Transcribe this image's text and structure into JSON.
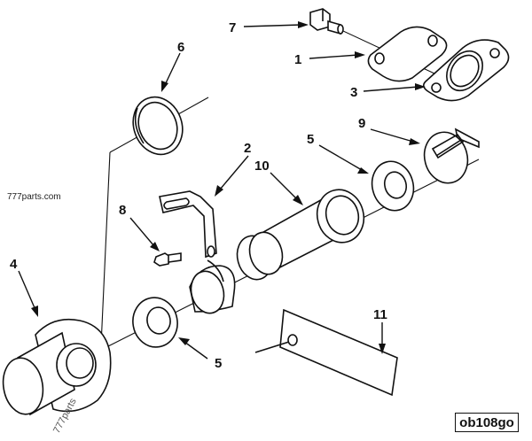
{
  "diagram": {
    "callouts": {
      "c1": "1",
      "c2": "2",
      "c3": "3",
      "c4": "4",
      "c5_top": "5",
      "c5_bottom": "5",
      "c6": "6",
      "c7": "7",
      "c8": "8",
      "c9": "9",
      "c10": "10",
      "c11": "11"
    },
    "watermark": "777parts.com",
    "watermark_faint": "777parts",
    "figure_id": "ob108go"
  }
}
